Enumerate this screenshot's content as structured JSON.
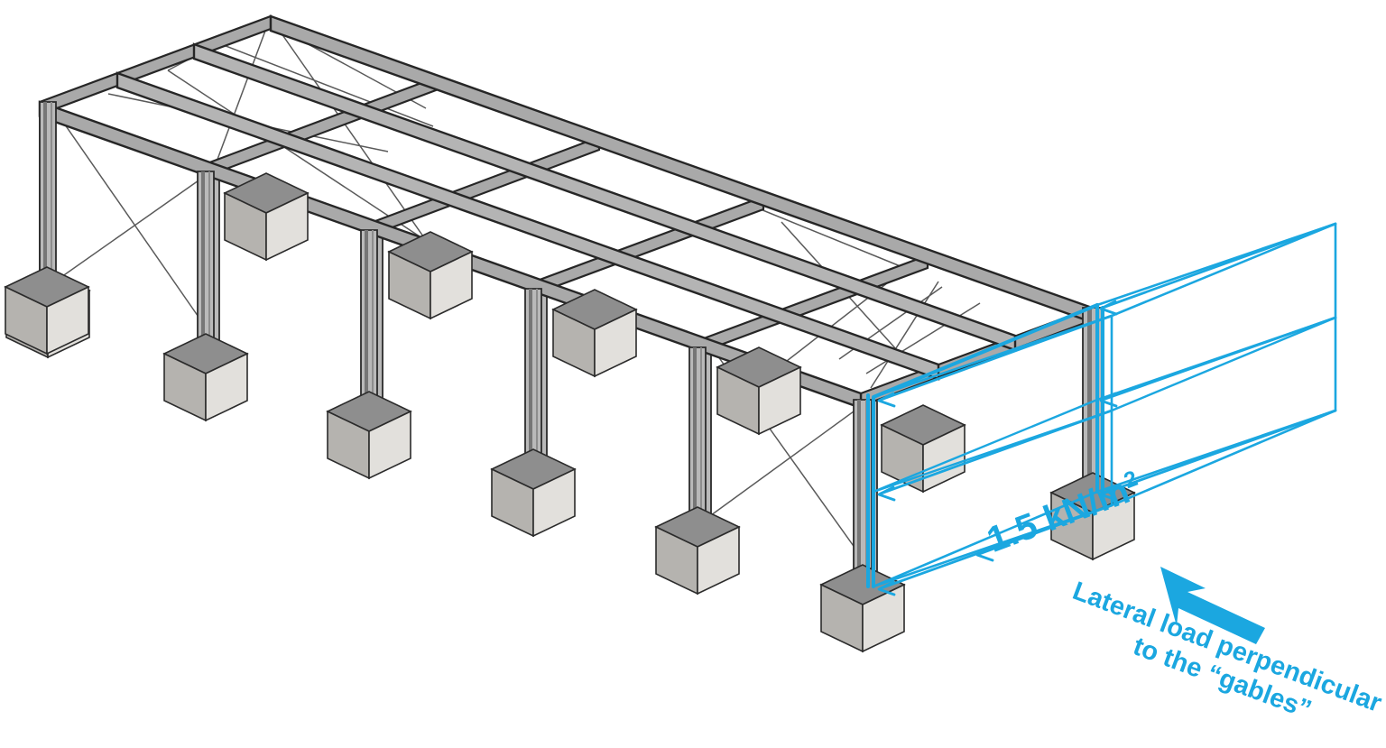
{
  "diagram": {
    "title": "Steel portal frame warehouse — lateral load perpendicular to gables",
    "background_color": "#ffffff"
  },
  "colors": {
    "accent_blue": "#1BA7E0",
    "steel_dark": "#262626",
    "steel_face": "#a9a9a9",
    "steel_face_light": "#c4c4c4",
    "concrete_top": "#8e8e8e",
    "concrete_left": "#b5b3af",
    "concrete_right": "#e2e0dc",
    "brace_line": "#5a5a5a"
  },
  "annotations": {
    "load_value": "1.5 kN/m",
    "load_value_exponent": "2",
    "caption_line_1": "Lateral load perpendicular",
    "caption_line_2": "to the “gables”",
    "arrow": "thick-arrow-icon"
  },
  "structure": {
    "frames": 6,
    "roof_rails": 4,
    "footings": 12,
    "bracing_bays": 2
  },
  "chart_data": {
    "type": "diagram",
    "title": "Lateral load on gable end of steel frame",
    "load_magnitude": 1.5,
    "load_units": "kN/m2",
    "load_direction": "perpendicular to gables",
    "highlighted_element": "gable end frame"
  }
}
